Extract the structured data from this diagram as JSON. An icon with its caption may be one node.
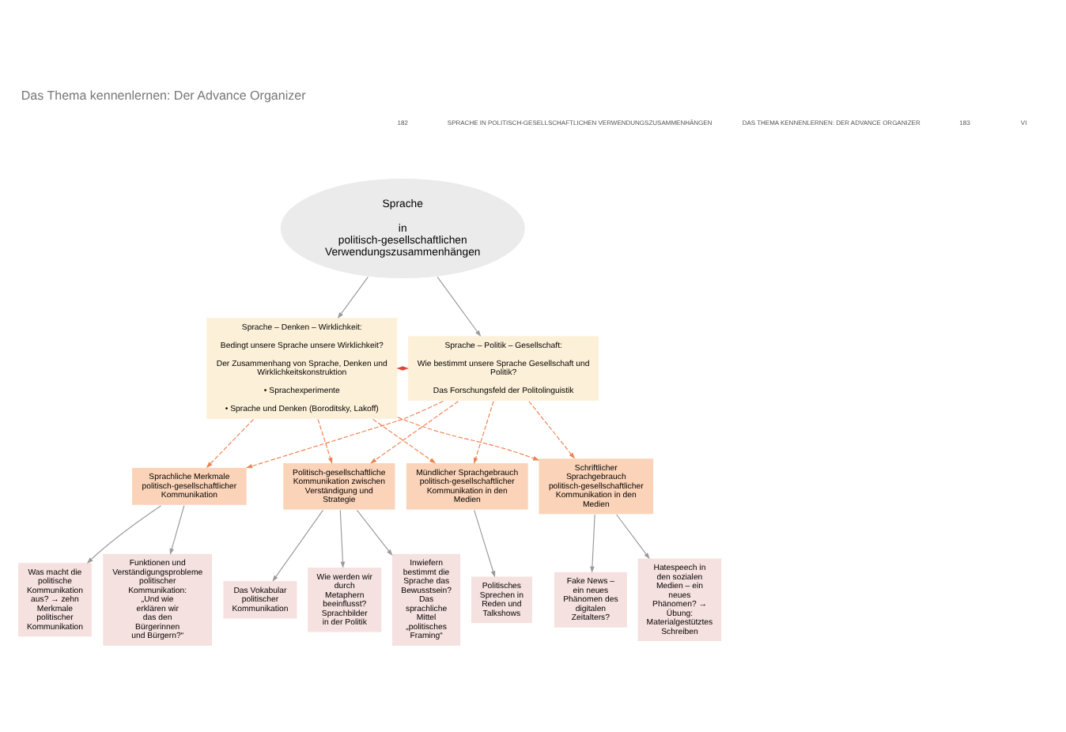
{
  "diagram": {
    "title": "Das Thema kennenlernen: Der Advance Organizer",
    "nodes": [
      {
        "text": [
          "Sprache",
          "in politisch-gesellschaftlichen Verwendungszusammenhängen"
        ]
      },
      {
        "text": [
          "Sprache – Denken – Wirklichkeit:",
          "Bedingt unsere Sprache unsere Wirklichkeit?",
          "Der Zusammenhang von Sprache, Denken und Wirklichkeitskonstruktion",
          "• Sprachexperimente",
          "• Sprache und Denken (Boroditsky, Lakoff)"
        ]
      },
      {
        "text": [
          "Sprache – Politik – Gesellschaft:",
          "Wie bestimmt unsere Sprache Gesellschaft und Politik?",
          "Das Forschungsfeld der Politolinguistik"
        ]
      },
      {
        "text": [
          "Sprachliche Merkmale politisch-gesellschaftlicher Kommunikation"
        ]
      },
      {
        "text": [
          "Politisch-gesellschaftliche Kommunikation zwischen Verständigung und Strategie"
        ]
      },
      {
        "text": [
          "Mündlicher Sprachgebrauch politisch-gesellschaftlicher Kommunikation in den Medien"
        ]
      },
      {
        "text": [
          "Schriftlicher Sprachgebrauch politisch-gesellschaftlicher Kommunikation in den Medien"
        ]
      },
      {
        "text": [
          "Was macht die politische Kommunikation aus? → zehn Merkmale politischer Kommunikation"
        ]
      },
      {
        "text": [
          "Funktionen und Verständigungsprobleme politischer Kommunikation: „Und wie erklären wir das den Bürgerinnen und Bürgern?“"
        ]
      },
      {
        "text": [
          "Das Vokabular politischer Kommunikation"
        ]
      },
      {
        "text": [
          "Wie werden wir durch Metaphern beeinflusst? Sprachbilder in der Politik"
        ]
      },
      {
        "text": [
          "Inwiefern bestimmt die Sprache das Bewusstsein? Das sprachliche Mittel „politisches Framing“"
        ]
      },
      {
        "text": [
          "Politisches Sprechen in Reden und Talkshows"
        ]
      },
      {
        "text": [
          "Fake News – ein neues Phänomen des digitalen Zeitalters?"
        ]
      },
      {
        "text": [
          "Hatespeech in den sozialen Medien – ein neues Phänomen? → Übung: Materialgestütztes Schreiben"
        ]
      }
    ],
    "edges": [
      {
        "from": 0,
        "to": 1,
        "arrow": "to"
      },
      {
        "from": 0,
        "to": 2,
        "arrow": "to"
      },
      {
        "from": 2,
        "to": 1,
        "arrow": "both",
        "style": "dashed",
        "color": "#e0443a"
      },
      {
        "from": 1,
        "to": 3,
        "arrow": "to",
        "style": "dashed",
        "color": "#f08050"
      },
      {
        "from": 1,
        "to": 4,
        "arrow": "to",
        "style": "dashed",
        "color": "#f08050"
      },
      {
        "from": 1,
        "to": 5,
        "arrow": "to",
        "style": "dashed",
        "color": "#f08050"
      },
      {
        "from": 1,
        "to": 6,
        "arrow": "to",
        "style": "dashed",
        "color": "#f08050"
      },
      {
        "from": 2,
        "to": 3,
        "arrow": "to",
        "style": "dashed",
        "color": "#f08050"
      },
      {
        "from": 2,
        "to": 4,
        "arrow": "to",
        "style": "dashed",
        "color": "#f08050"
      },
      {
        "from": 2,
        "to": 5,
        "arrow": "to",
        "style": "dashed",
        "color": "#f08050"
      },
      {
        "from": 2,
        "to": 6,
        "arrow": "to",
        "style": "dashed",
        "color": "#f08050"
      },
      {
        "from": 3,
        "to": 7,
        "arrow": "to"
      },
      {
        "from": 3,
        "to": 8,
        "arrow": "to"
      },
      {
        "from": 4,
        "to": 9,
        "arrow": "to"
      },
      {
        "from": 4,
        "to": 10,
        "arrow": "to"
      },
      {
        "from": 4,
        "to": 11,
        "arrow": "to"
      },
      {
        "from": 5,
        "to": 12,
        "arrow": "to"
      },
      {
        "from": 6,
        "to": 13,
        "arrow": "to"
      },
      {
        "from": 6,
        "to": 14,
        "arrow": "to"
      }
    ],
    "labels": [
      "182",
      "SPRACHE IN POLITISCH-GESELLSCHAFTLICHEN VERWENDUNGSZUSAMMENHÄNGEN",
      "DAS THEMA KENNENLERNEN: DER ADVANCE ORGANIZER",
      "183",
      "VI"
    ]
  }
}
